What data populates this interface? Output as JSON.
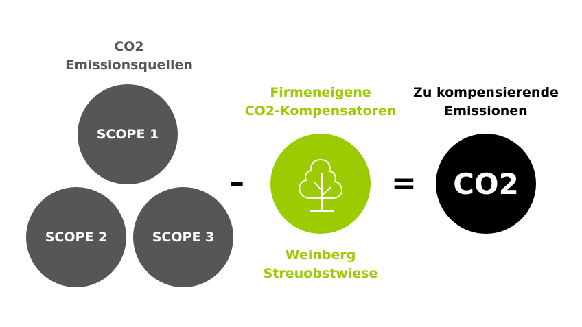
{
  "sources": {
    "title_line1": "CO2",
    "title_line2": "Emissionsquellen",
    "scopes": [
      "SCOPE 1",
      "SCOPE 2",
      "SCOPE 3"
    ]
  },
  "compensators": {
    "title_line1": "Firmeneigene",
    "title_line2": "CO2-Kompensatoren",
    "icon": "tree-icon",
    "caption_line1": "Weinberg",
    "caption_line2": "Streuobstwiese"
  },
  "result": {
    "title_line1": "Zu kompensierende",
    "title_line2": "Emissionen",
    "circle_label": "CO2"
  },
  "operators": {
    "minus": "–",
    "equals": "="
  },
  "colors": {
    "gray": "#575656",
    "green": "#9bcb00",
    "black": "#000000"
  }
}
